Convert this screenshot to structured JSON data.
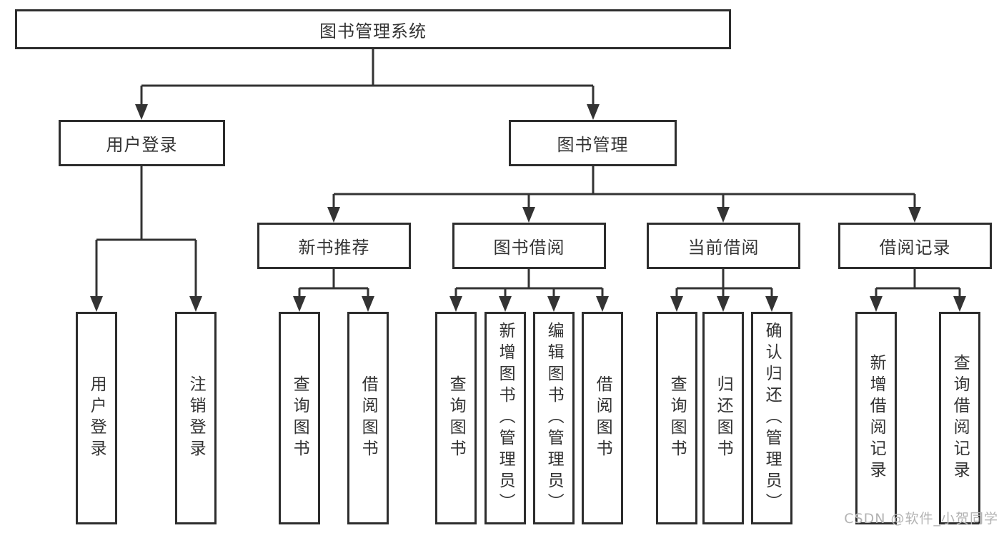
{
  "tree": {
    "root": {
      "label": "图书管理系统"
    },
    "branches": [
      {
        "label": "用户登录",
        "children": [
          {
            "label": "用户登录"
          },
          {
            "label": "注销登录"
          }
        ]
      },
      {
        "label": "图书管理",
        "children": [
          {
            "label": "新书推荐",
            "children": [
              {
                "label": "查询图书"
              },
              {
                "label": "借阅图书"
              }
            ]
          },
          {
            "label": "图书借阅",
            "children": [
              {
                "label": "查询图书"
              },
              {
                "label": "新增图书（管理员）"
              },
              {
                "label": "编辑图书（管理员）"
              },
              {
                "label": "借阅图书"
              }
            ]
          },
          {
            "label": "当前借阅",
            "children": [
              {
                "label": "查询图书"
              },
              {
                "label": "归还图书"
              },
              {
                "label": "确认归还（管理员）"
              }
            ]
          },
          {
            "label": "借阅记录",
            "children": [
              {
                "label": "新增借阅记录"
              },
              {
                "label": "查询借阅记录"
              }
            ]
          }
        ]
      }
    ]
  },
  "watermark": {
    "text": "CSDN @软件_小贺同学",
    "color": "#b3b3b3"
  },
  "colors": {
    "line": "#333333",
    "border": "#2d2d2d",
    "text": "#333333",
    "background": "#ffffff"
  }
}
